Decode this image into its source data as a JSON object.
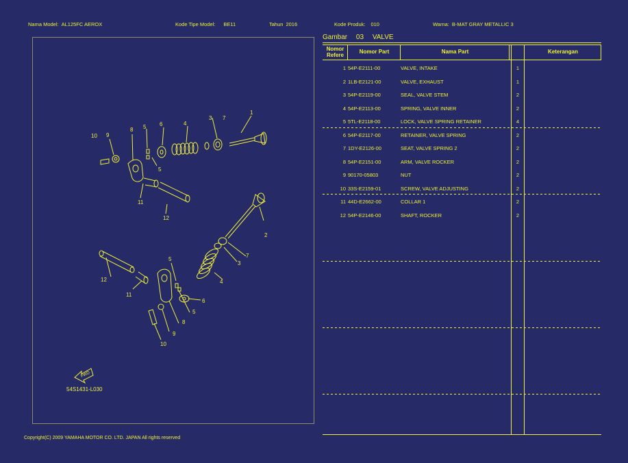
{
  "header": {
    "model_label": "Nama Model:",
    "model_value": "AL125FC AEROX",
    "type_label": "Kode Tipe Model:",
    "type_value": "BE11",
    "year_label": "Tahun",
    "year_value": "2016",
    "product_label": "Kode Produk:",
    "product_value": "010",
    "color_label": "Warna:",
    "color_value": "B-MAT GRAY METALLIC 3"
  },
  "section": {
    "label": "Gambar",
    "number": "03",
    "title": "VALVE"
  },
  "table": {
    "col_ref": "Nomor Refere",
    "col_part": "Nomor Part",
    "col_name": "Nama Part",
    "col_note": "Keterangan",
    "rows": [
      {
        "no": "1",
        "part": "54P-E2111-00",
        "name": "VALVE, INTAKE",
        "qty": "1"
      },
      {
        "no": "2",
        "part": "1LB-E2121-00",
        "name": "VALVE, EXHAUST",
        "qty": "1"
      },
      {
        "no": "3",
        "part": "54P-E2119-00",
        "name": "SEAL, VALVE STEM",
        "qty": "2"
      },
      {
        "no": "4",
        "part": "54P-E2113-00",
        "name": "SPRING, VALVE INNER",
        "qty": "2"
      },
      {
        "no": "5",
        "part": "5TL-E2118-00",
        "name": "LOCK, VALVE SPRING RETAINER",
        "qty": "4"
      },
      {
        "no": "6",
        "part": "54P-E2117-00",
        "name": "RETAINER, VALVE SPRING",
        "qty": "2"
      },
      {
        "no": "7",
        "part": "1DY-E2126-00",
        "name": "SEAT, VALVE SPRING 2",
        "qty": "2"
      },
      {
        "no": "8",
        "part": "54P-E2151-00",
        "name": "ARM, VALVE ROCKER",
        "qty": "2"
      },
      {
        "no": "9",
        "part": "90170-05803",
        "name": "NUT",
        "qty": "2"
      },
      {
        "no": "10",
        "part": "33S-E2159-01",
        "name": "SCREW, VALVE ADJUSTING",
        "qty": "2"
      },
      {
        "no": "11",
        "part": "44D-E2662-00",
        "name": "COLLAR 1",
        "qty": "2"
      },
      {
        "no": "12",
        "part": "54P-E2146-00",
        "name": "SHAFT, ROCKER",
        "qty": "2"
      }
    ]
  },
  "diagram": {
    "code": "54S1431-L030",
    "fwd": "FWD",
    "callouts_top": [
      "1",
      "3",
      "4",
      "5",
      "5",
      "6",
      "7",
      "8",
      "9",
      "10",
      "11",
      "12"
    ],
    "callouts_bottom": [
      "2",
      "3",
      "4",
      "5",
      "5",
      "6",
      "7",
      "8",
      "9",
      "10",
      "11",
      "12"
    ]
  },
  "footer": {
    "copyright": "Copyright(C) 2009 YAMAHA MOTOR CO. LTD. JAPAN All rights reserved"
  },
  "colors": {
    "background": "#262a66",
    "foreground": "#f2f23a"
  }
}
